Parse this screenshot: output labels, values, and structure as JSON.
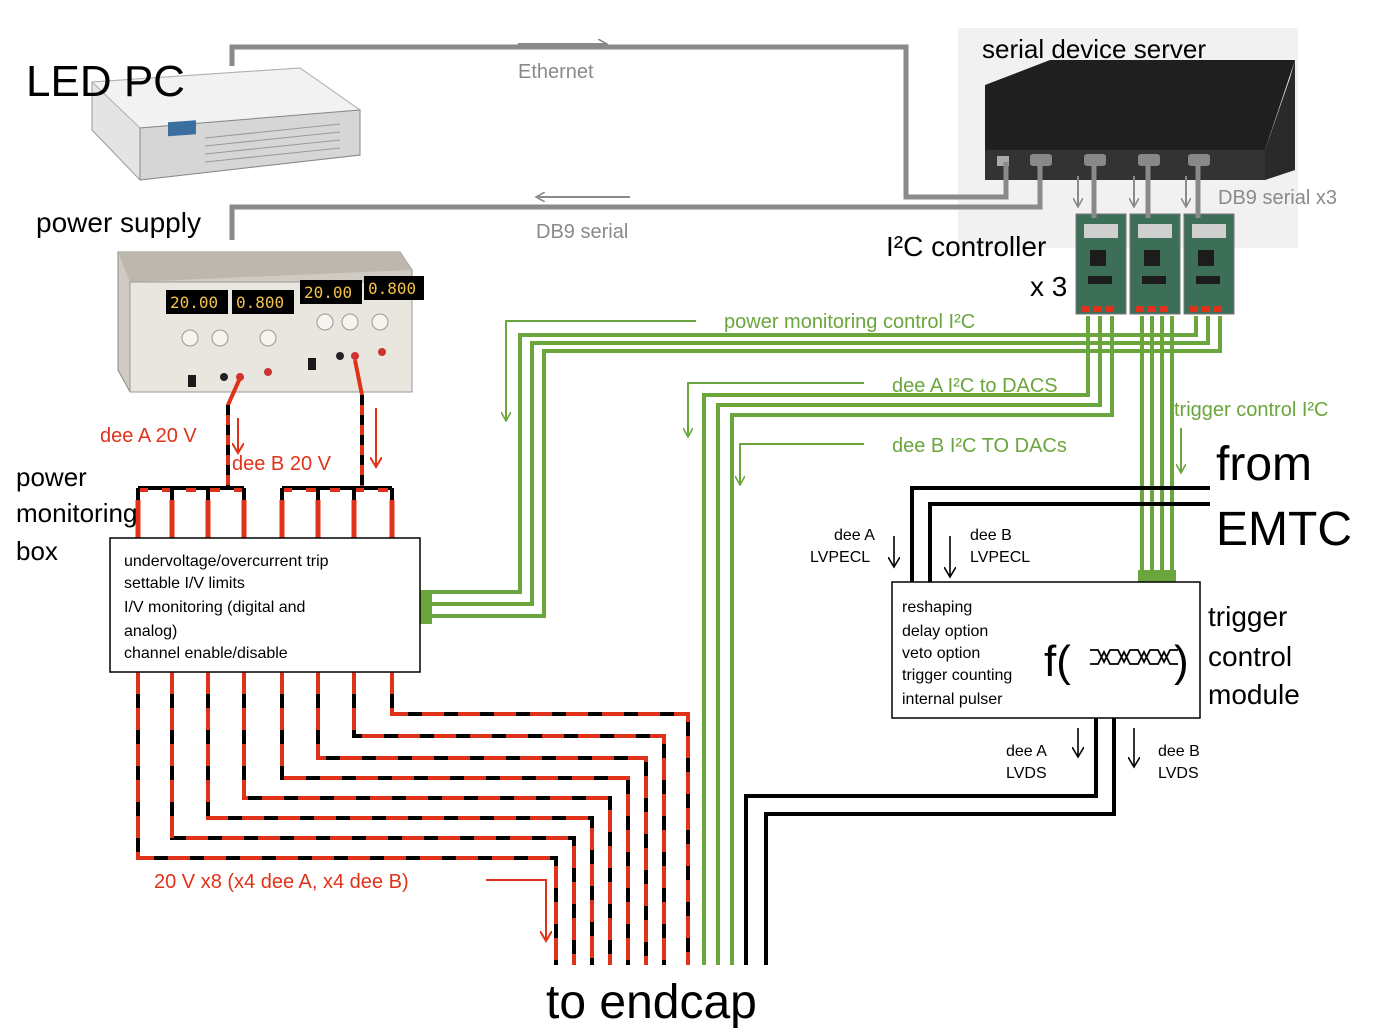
{
  "labels": {
    "led_pc": "LED PC",
    "serial_server": "serial device server",
    "ethernet": "Ethernet",
    "db9_serial": "DB9 serial",
    "db9_serial_x3": "DB9 serial x3",
    "power_supply": "power supply",
    "i2c_controller": "I²C controller",
    "i2c_x3": "x 3",
    "power_mon_i2c": "power monitoring control I²C",
    "dee_a_i2c": "dee A I²C to DACS",
    "dee_b_i2c": "dee B I²C TO DACs",
    "trigger_i2c": "trigger control I²C",
    "dee_a_20v": "dee A 20 V",
    "dee_b_20v": "dee B 20 V",
    "pm_box_line1": "power",
    "pm_box_line2": "monitoring",
    "pm_box_line3": "box",
    "from_line1": "from",
    "from_line2": "EMTC",
    "dee_a_lvpecl_1": "dee A",
    "dee_a_lvpecl_2": "LVPECL",
    "dee_b_lvpecl_1": "dee B",
    "dee_b_lvpecl_2": "LVPECL",
    "tcm_line1": "trigger",
    "tcm_line2": "control",
    "tcm_line3": "module",
    "dee_a_lvds_1": "dee A",
    "dee_a_lvds_2": "LVDS",
    "dee_b_lvds_1": "dee B",
    "dee_b_lvds_2": "LVDS",
    "twenty_v_x8": "20 V x8 (x4 dee A, x4 dee B)",
    "to_endcap": "to endcap",
    "func_symbol": "f(",
    "func_close": ")"
  },
  "displays": [
    "20.00",
    "0.800",
    "20.00",
    "0.800"
  ],
  "pm_box_features": [
    "undervoltage/overcurrent trip",
    "settable I/V limits",
    "I/V monitoring (digital and",
    "analog)",
    "channel enable/disable"
  ],
  "tcm_features": [
    "reshaping",
    "delay option",
    "veto option",
    "trigger counting",
    "internal pulser"
  ],
  "colors": {
    "red": "#e03218",
    "green": "#6aa63c",
    "gray": "#8a8a8a",
    "black": "#000000"
  }
}
